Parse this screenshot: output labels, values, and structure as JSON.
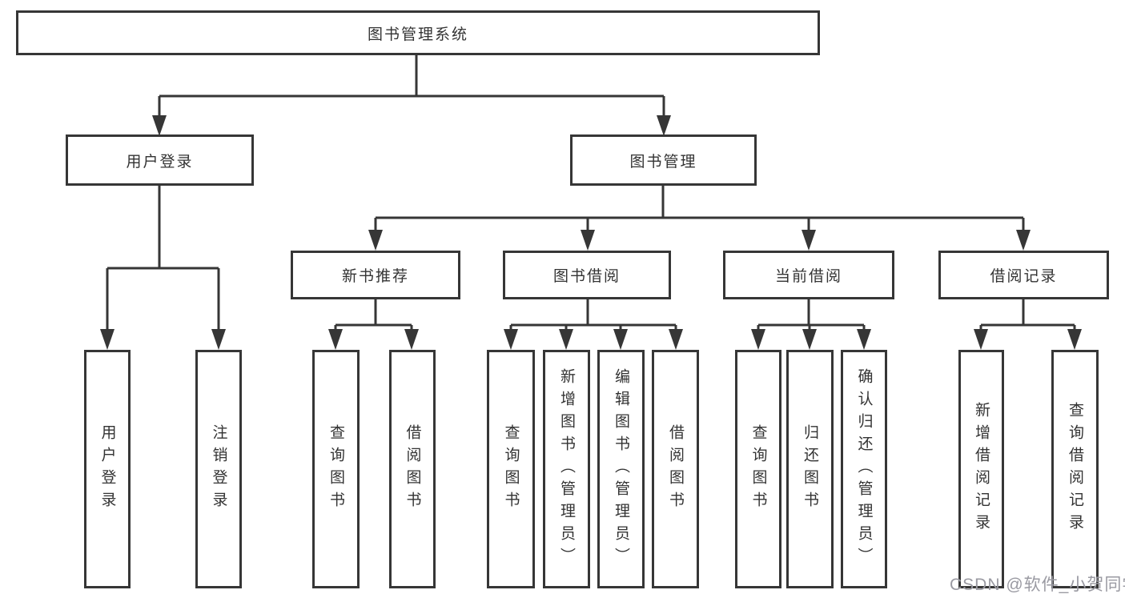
{
  "diagram": {
    "root": {
      "label": "图书管理系统"
    },
    "branches": [
      {
        "label": "用户登录",
        "children": [
          {
            "label": "用户登录"
          },
          {
            "label": "注销登录"
          }
        ]
      },
      {
        "label": "图书管理",
        "children": [
          {
            "label": "新书推荐",
            "children": [
              {
                "label": "查询图书"
              },
              {
                "label": "借阅图书"
              }
            ]
          },
          {
            "label": "图书借阅",
            "children": [
              {
                "label": "查询图书"
              },
              {
                "label": "新增图书（管理员）"
              },
              {
                "label": "编辑图书（管理员）"
              },
              {
                "label": "借阅图书"
              }
            ]
          },
          {
            "label": "当前借阅",
            "children": [
              {
                "label": "查询图书"
              },
              {
                "label": "归还图书"
              },
              {
                "label": "确认归还（管理员）"
              }
            ]
          },
          {
            "label": "借阅记录",
            "children": [
              {
                "label": "新增借阅记录"
              },
              {
                "label": "查询借阅记录"
              }
            ]
          }
        ]
      }
    ]
  },
  "watermark": {
    "text": "CSDN @软件_小贺同学"
  },
  "colors": {
    "line": "#363636",
    "box_border": "#363636",
    "text": "#333333",
    "watermark_text": "#9a9aa2",
    "background": "#ffffff"
  }
}
